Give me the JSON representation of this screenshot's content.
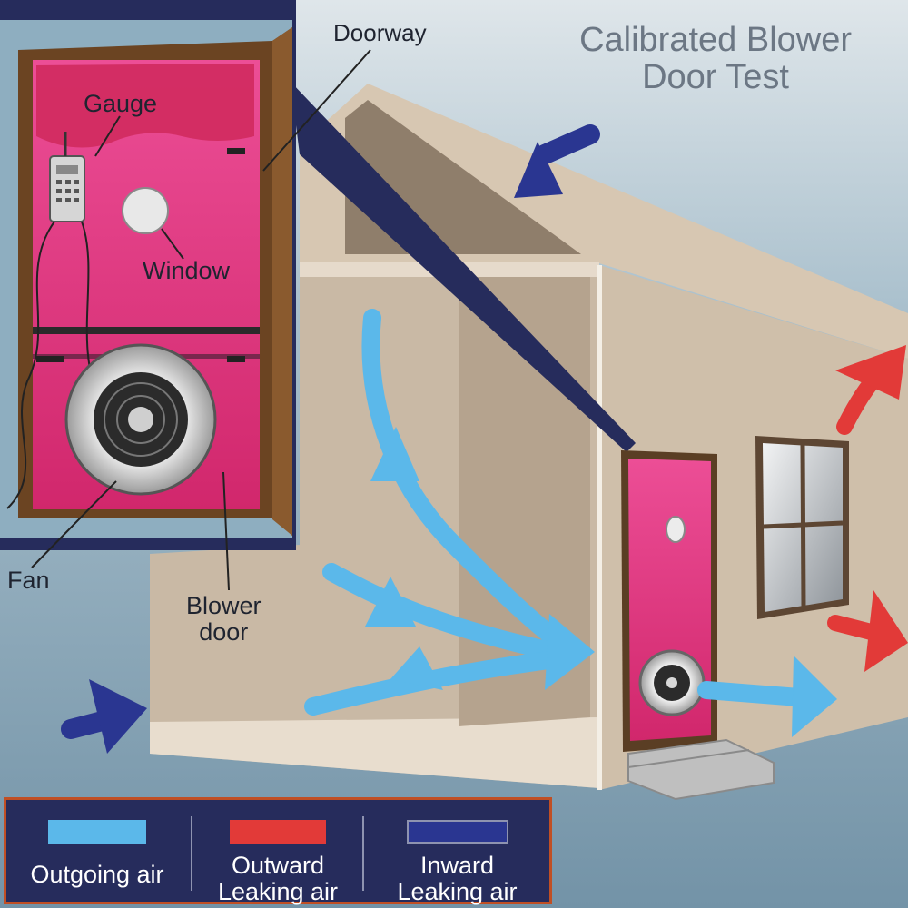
{
  "title": {
    "line1": "Calibrated Blower",
    "line2": "Door Test"
  },
  "labels": {
    "gauge": "Gauge",
    "doorway": "Doorway",
    "window": "Window",
    "fan": "Fan",
    "blower_door_line1": "Blower",
    "blower_door_line2": "door"
  },
  "legend": [
    {
      "line1": "Outgoing air",
      "line2": "",
      "color": "#5bb8ea"
    },
    {
      "line1": "Outward",
      "line2": "Leaking air",
      "color": "#e23a38"
    },
    {
      "line1": "Inward",
      "line2": "Leaking air",
      "color": "#2a3691"
    }
  ],
  "colors": {
    "outgoing_air": "#5bb8ea",
    "outward_leak": "#e23a38",
    "inward_leak": "#2a3691",
    "door_panel": "#d92a72",
    "house_wall": "#c9b9a5",
    "background": "#7e9fb2"
  }
}
